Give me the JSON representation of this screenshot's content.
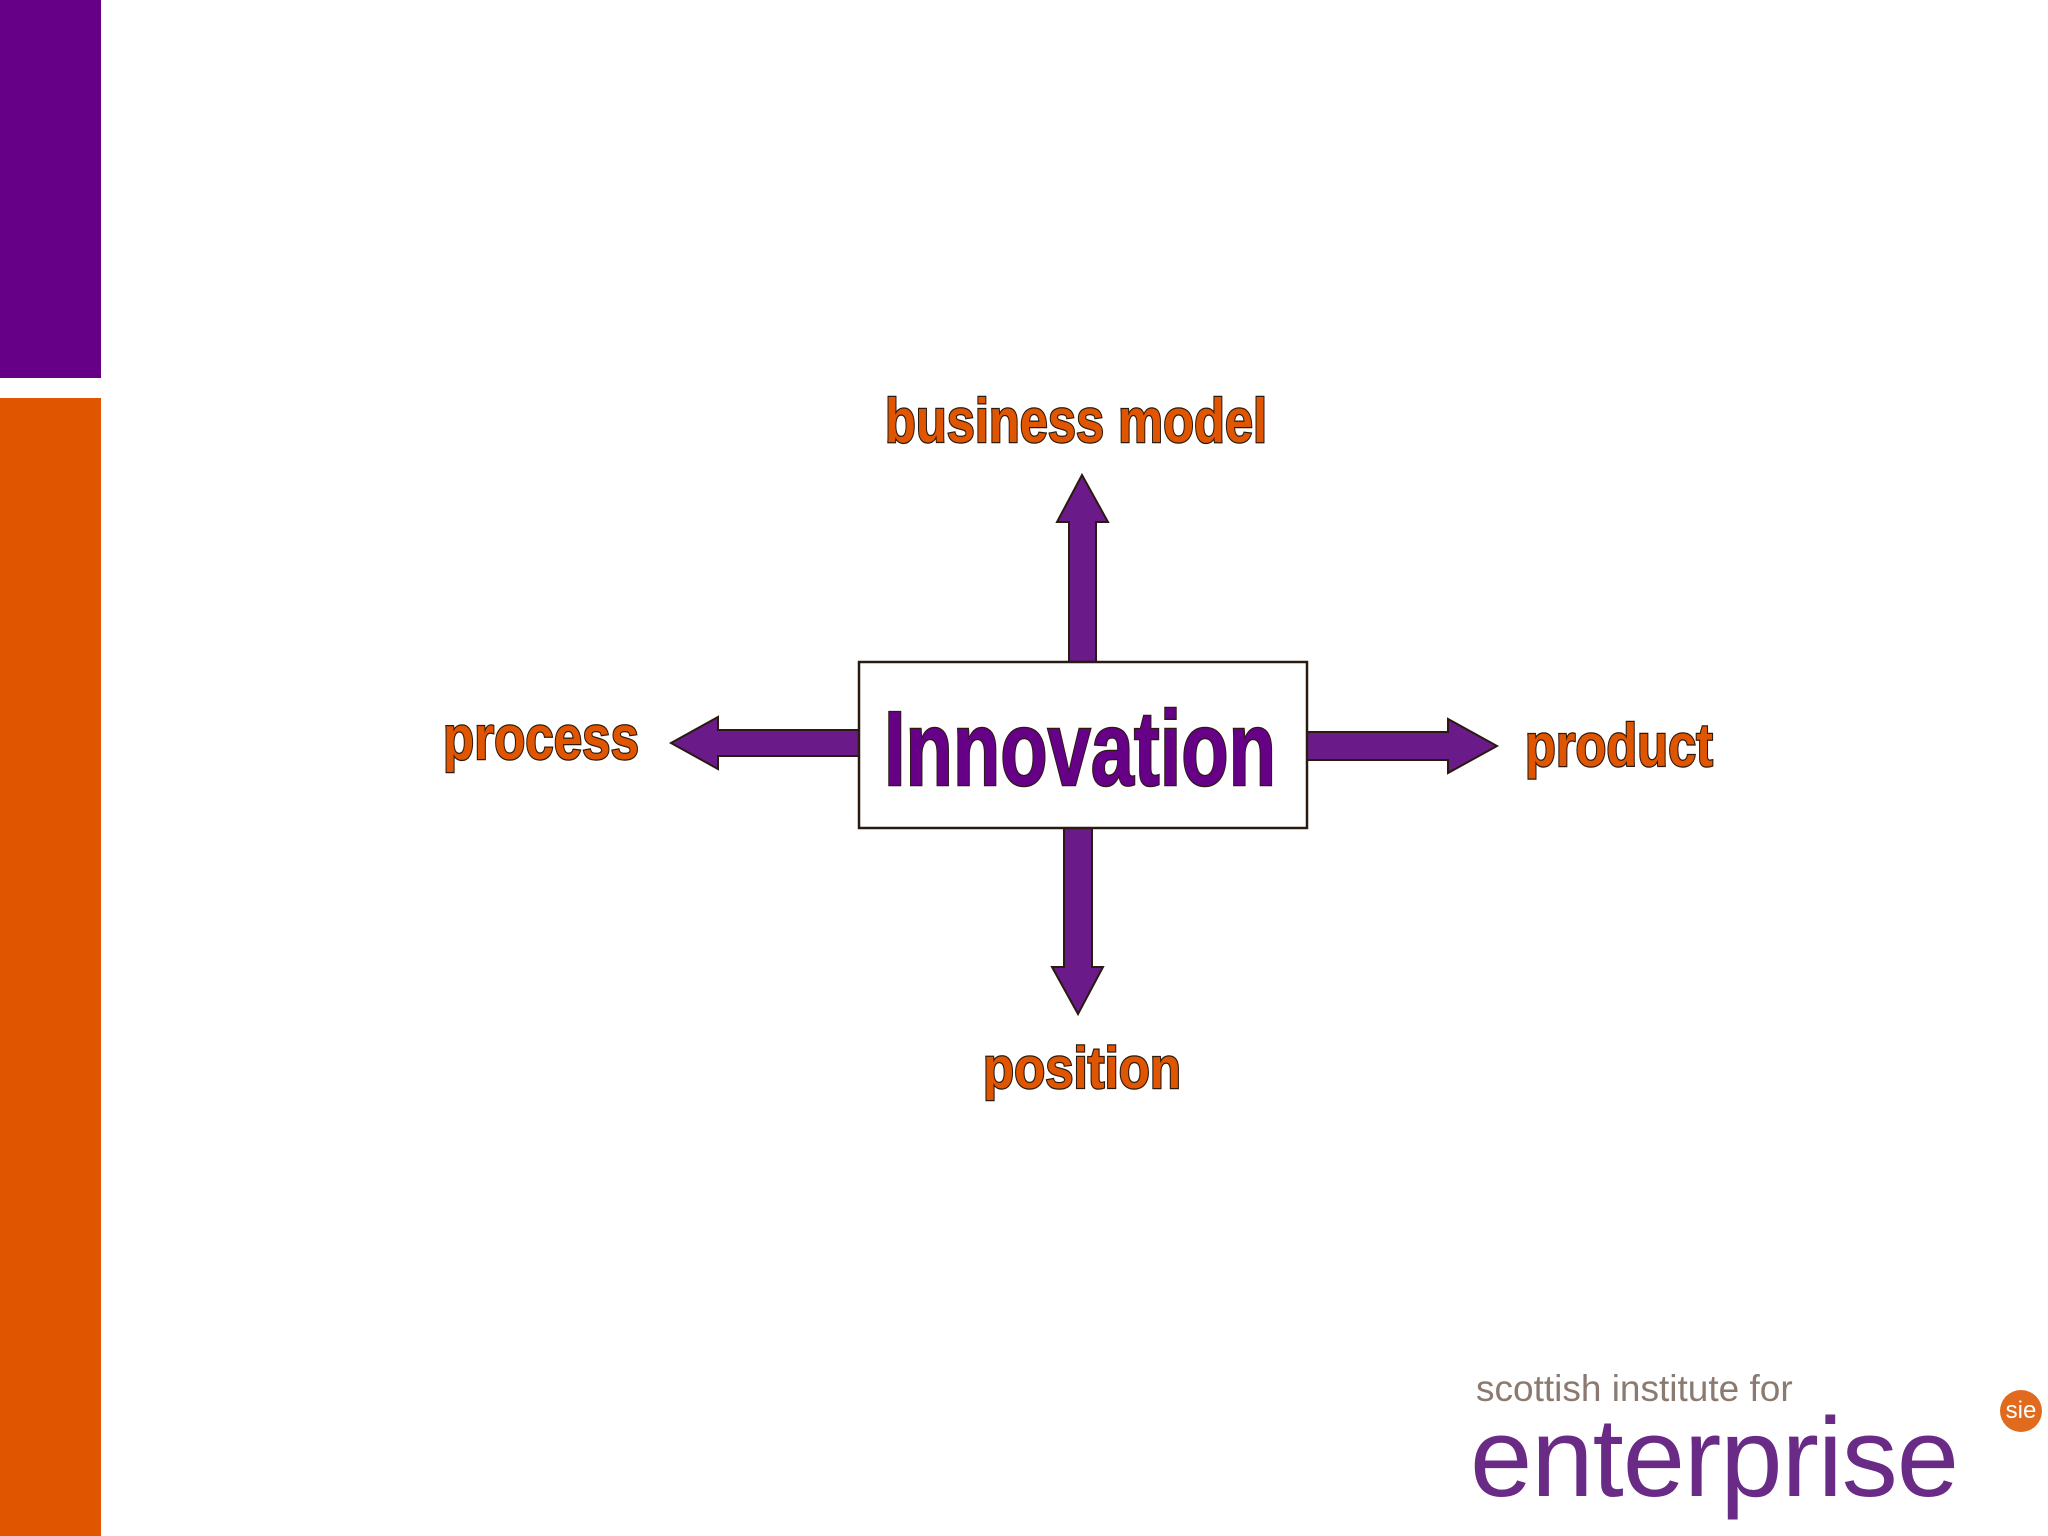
{
  "colors": {
    "purple": "#650087",
    "orange": "#E05500",
    "arrow_purple": "#6B1A8A",
    "outline": "#2a1a10",
    "logo_gray": "#8a7a70",
    "logo_purple": "#6a2b86",
    "logo_badge": "#E06A1E"
  },
  "diagram": {
    "center": "Innovation",
    "top": "business model",
    "left": "process",
    "right": "product",
    "bottom": "position"
  },
  "logo": {
    "line1": "scottish institute for",
    "line2": "enterprise",
    "badge": "sie"
  }
}
